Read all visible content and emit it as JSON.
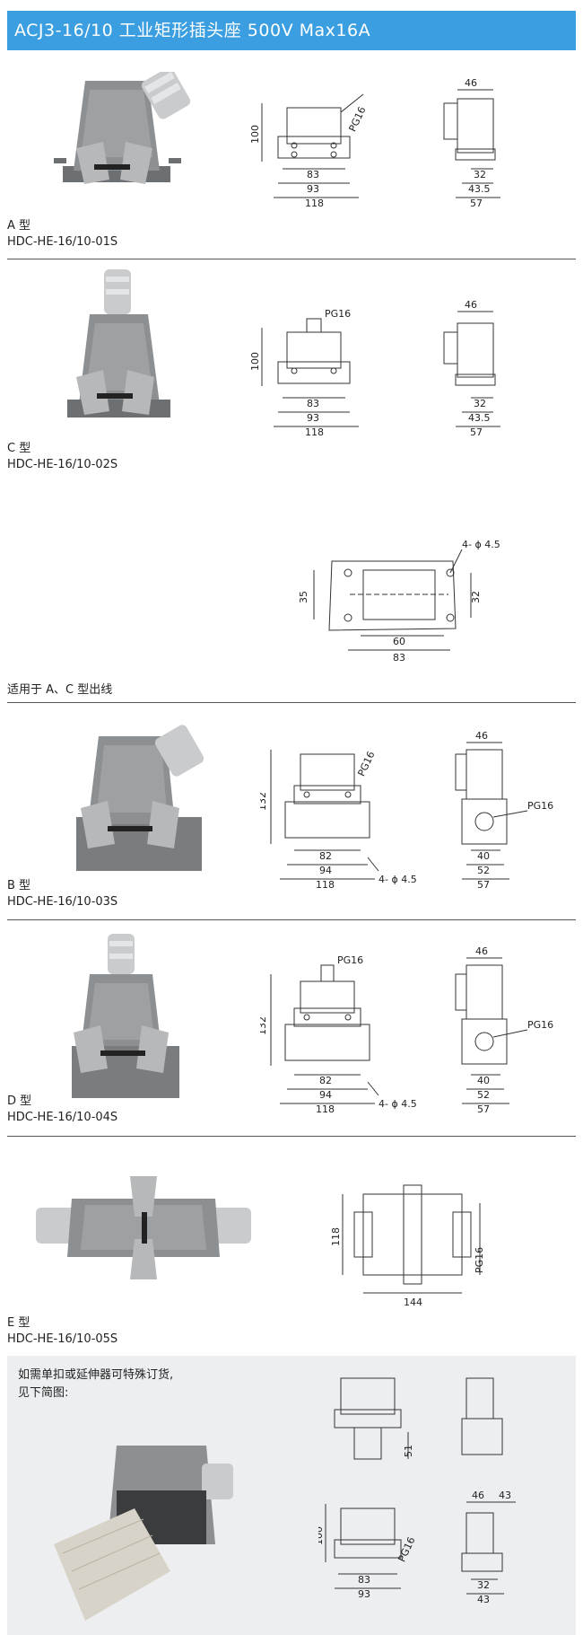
{
  "title": "ACJ3-16/10 工业矩形插头座  500V  Max16A",
  "sections": {
    "a": {
      "type_label": "A 型",
      "model": "HDC-HE-16/10-01S",
      "dims": {
        "h": "100",
        "w1": "83",
        "w2": "93",
        "w3": "118",
        "pg": "PG16",
        "s_top": "46",
        "s1": "32",
        "s2": "43.5",
        "s3": "57"
      }
    },
    "c": {
      "type_label": "C 型",
      "model": "HDC-HE-16/10-02S",
      "dims": {
        "h": "100",
        "w1": "83",
        "w2": "93",
        "w3": "118",
        "pg": "PG16",
        "s_top": "46",
        "s1": "32",
        "s2": "43.5",
        "s3": "57"
      }
    },
    "cutout": {
      "caption": "适用于 A、C 型出线",
      "holes": "4- ϕ 4.5",
      "h1": "35",
      "h2": "32",
      "w1": "60",
      "w2": "83"
    },
    "b": {
      "type_label": "B 型",
      "model": "HDC-HE-16/10-03S",
      "dims": {
        "h": "132",
        "w1": "82",
        "w2": "94",
        "w3": "118",
        "pg": "PG16",
        "holes": "4- ϕ 4.5",
        "s_top": "46",
        "pg2": "PG16",
        "s1": "40",
        "s2": "52",
        "s3": "57"
      }
    },
    "d": {
      "type_label": "D 型",
      "model": "HDC-HE-16/10-04S",
      "dims": {
        "h": "132",
        "w1": "82",
        "w2": "94",
        "w3": "118",
        "pg": "PG16",
        "holes": "4- ϕ 4.5",
        "s_top": "46",
        "pg2": "PG16",
        "s1": "40",
        "s2": "52",
        "s3": "57"
      }
    },
    "e": {
      "type_label": "E 型",
      "model": "HDC-HE-16/10-05S",
      "dims": {
        "h": "118",
        "w": "144",
        "pg": "PG16"
      }
    },
    "special": {
      "note_line1": "如需单扣或延伸器可特殊订货,",
      "note_line2": "见下简图:",
      "dims": {
        "h51": "51",
        "h": "100",
        "w1": "83",
        "w2": "93",
        "pg": "PG16",
        "t1": "46",
        "t2": "43",
        "s1": "32",
        "s2": "43"
      }
    }
  },
  "colors": {
    "title_bg": "#3a9ee0",
    "housing": "#8c8f92"
  }
}
